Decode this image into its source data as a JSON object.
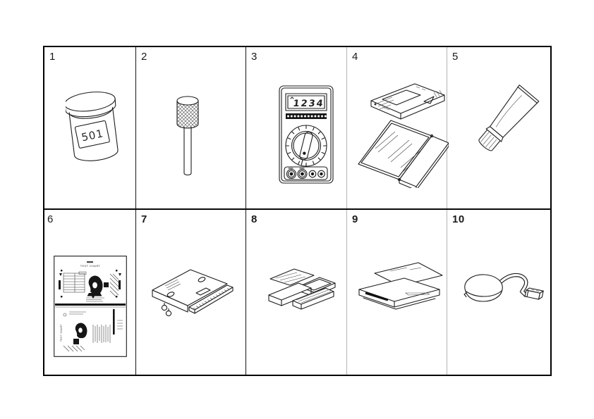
{
  "page": {
    "background": "#ffffff",
    "kind": "parts-diagram-sheet"
  },
  "colors": {
    "outer_border": "#000000",
    "divider_dark": "#161616",
    "divider_light": "#b5b5b5",
    "line_art": "#1d1d1d"
  },
  "table": {
    "rows": [
      {
        "cells": [
          {
            "number": "1",
            "illustration": "grease-jar",
            "label_text": "501"
          },
          {
            "number": "2",
            "illustration": "knurled-screw"
          },
          {
            "number": "3",
            "illustration": "digital-multimeter",
            "display_text": "1234"
          },
          {
            "number": "4",
            "illustration": "cartridge-with-open-case"
          },
          {
            "number": "5",
            "illustration": "adhesive-tube"
          }
        ]
      },
      {
        "cells": [
          {
            "number": "6",
            "illustration": "test-chart-sheet",
            "chart_title": "TEST CHART"
          },
          {
            "number": "7",
            "illustration": "interface-connector"
          },
          {
            "number": "8",
            "illustration": "cleaning-pads"
          },
          {
            "number": "9",
            "illustration": "pc-card-with-case"
          },
          {
            "number": "10",
            "illustration": "card-reader-with-usb-cable"
          }
        ]
      }
    ]
  }
}
